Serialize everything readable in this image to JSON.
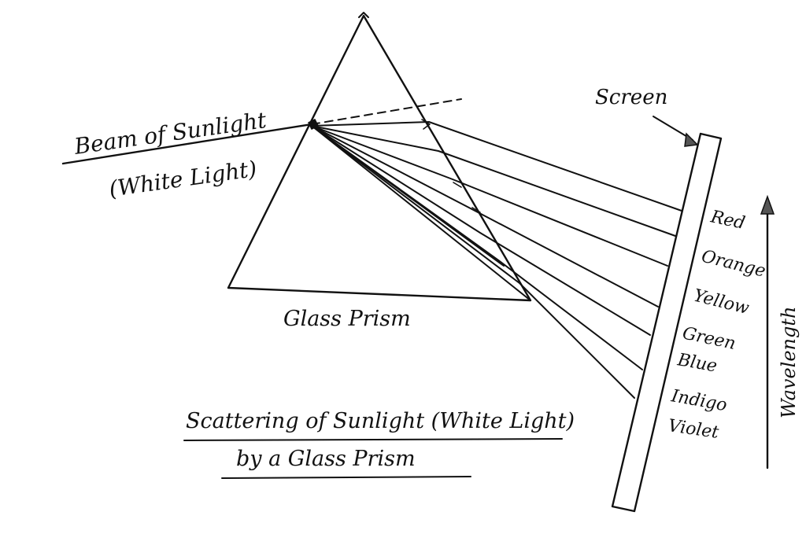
{
  "labels": {
    "beam_line1": "Beam of Sunlight",
    "beam_line2": "(White Light)",
    "prism": "Glass Prism",
    "screen": "Screen",
    "wavelength": "Wavelength",
    "title_line1": "Scattering of Sunlight (White Light)",
    "title_line2": "by a Glass Prism"
  },
  "spectrum": [
    "Red",
    "Orange",
    "Yellow",
    "Green",
    "Blue",
    "Indigo",
    "Violet"
  ],
  "ink_color": "#111111"
}
